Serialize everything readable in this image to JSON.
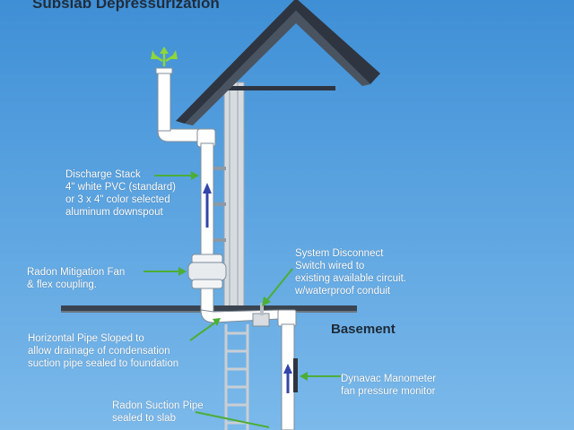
{
  "title": "Subslab Depressurization",
  "labels": {
    "discharge_stack": [
      "Discharge Stack",
      "4\" white PVC (standard)",
      "or 3 x 4\" color selected",
      "aluminum downspout"
    ],
    "radon_fan": [
      "Radon Mitigation Fan",
      "& flex coupling."
    ],
    "system_disconnect": [
      "System Disconnect",
      "Switch wired to",
      "existing available circuit.",
      "w/waterproof conduit"
    ],
    "horizontal_pipe": [
      "Horizontal Pipe Sloped to",
      "allow drainage of condensation",
      "suction pipe sealed to foundation"
    ],
    "basement": "Basement",
    "manometer": [
      "Dynavac Manometer",
      "fan pressure monitor"
    ],
    "suction_pipe": [
      "Radon Suction Pipe",
      "sealed to slab"
    ]
  },
  "colors": {
    "sky_top": "#3f8fd6",
    "sky_bottom": "#7bb9ea",
    "roof": "#2e3540",
    "pipe": "#ffffff",
    "pipe_outline": "#7f8d99",
    "wall": "#c6ccd2",
    "leader": "#4cae36",
    "flow_arrow": "#3344aa",
    "exhaust": "#8ed63a"
  },
  "icons": [
    "exhaust-arrows-icon",
    "flow-arrow-icon"
  ]
}
